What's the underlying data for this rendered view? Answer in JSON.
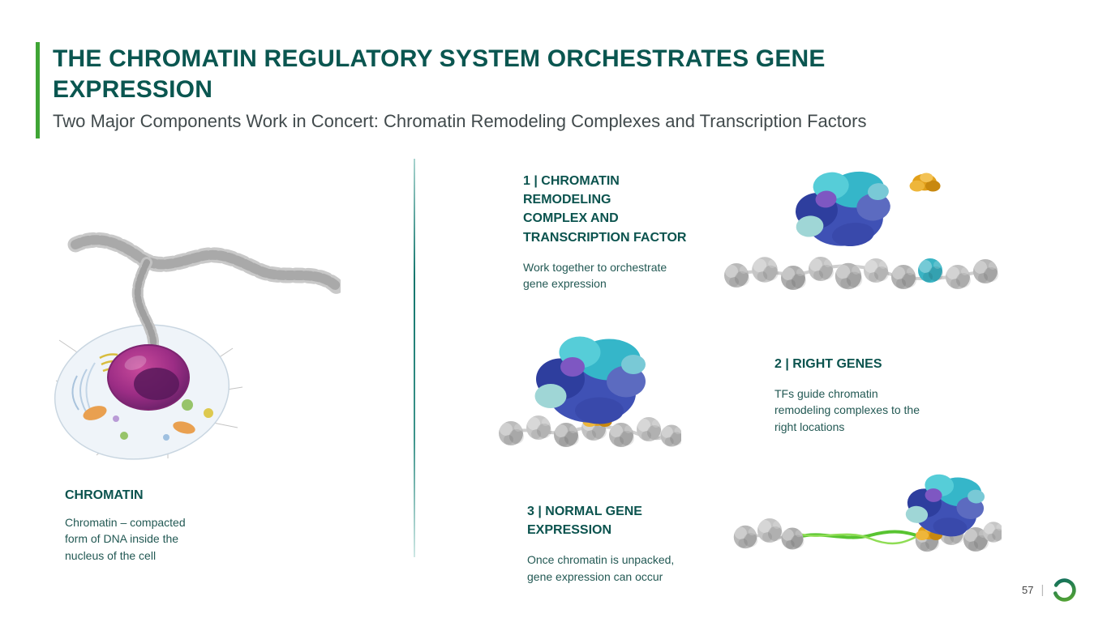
{
  "slide": {
    "title": "THE CHROMATIN REGULATORY SYSTEM ORCHESTRATES GENE\nEXPRESSION",
    "subtitle": "Two Major Components Work in Concert: Chromatin Remodeling Complexes and Transcription Factors"
  },
  "chromatin": {
    "heading": "CHROMATIN",
    "body": "Chromatin – compacted\nform of DNA inside the\nnucleus of the cell"
  },
  "sections": [
    {
      "heading": "1 | CHROMATIN\nREMODELING\nCOMPLEX AND\nTRANSCRIPTION FACTOR",
      "body": "Work together to orchestrate\ngene expression"
    },
    {
      "heading": "2 | RIGHT GENES",
      "body": "TFs guide chromatin\nremodeling complexes to the\nright locations"
    },
    {
      "heading": "3 | NORMAL GENE\nEXPRESSION",
      "body": "Once chromatin is unpacked,\ngene expression can occur"
    }
  ],
  "footer": {
    "page_number": "57",
    "separator": "|"
  },
  "colors": {
    "title_teal": "#0a5650",
    "accent_green": "#3fa535",
    "divider_teal": "#12756c",
    "body_text": "#235954",
    "complex_blue": "#3f51b5",
    "complex_teal": "#35b6c9",
    "transcription_factor_orange": "#e2a01a",
    "dna_green": "#58c431",
    "nucleosome_gray": "#bdbdbd",
    "nucleus_magenta": "#a62a7c"
  },
  "icons": {
    "logo": "open-ring-logo"
  }
}
